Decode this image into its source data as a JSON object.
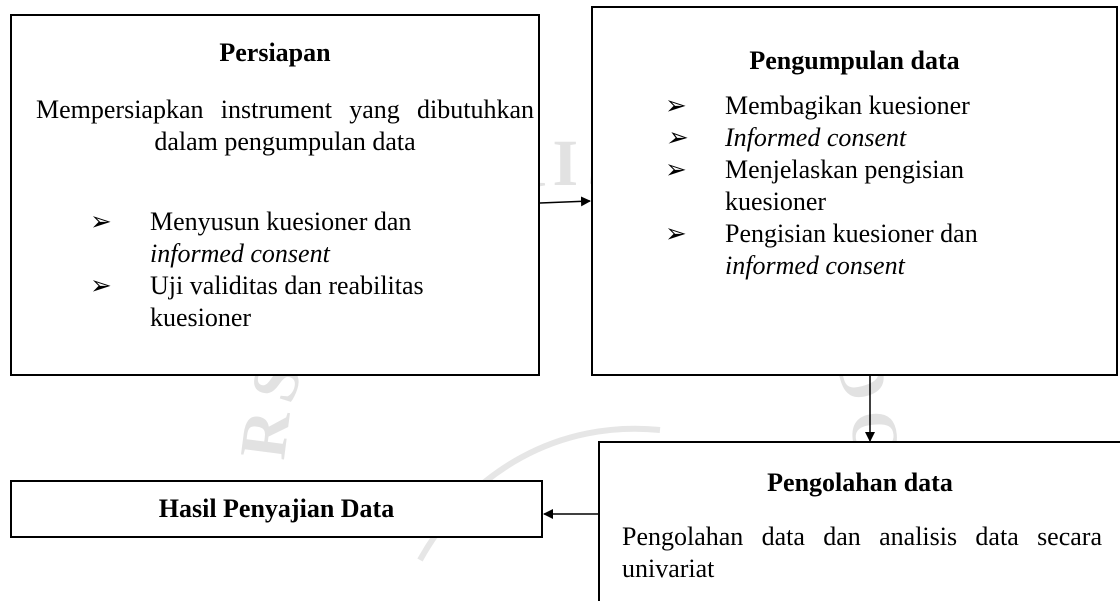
{
  "watermark": {
    "text": "UNIVERSITAS KRISTEN INDONESIA"
  },
  "boxes": {
    "persiapan": {
      "title": "Persiapan",
      "description": "Mempersiapkan instrument yang dibutuhkan dalam pengumpulan data",
      "items": [
        {
          "line1": "Menyusun kuesioner dan",
          "line2": "informed consent"
        },
        {
          "line1": "Uji validitas dan reabilitas",
          "line2": "kuesioner"
        }
      ]
    },
    "pengumpulan": {
      "title": "Pengumpulan data",
      "items": [
        {
          "text": "Membagikan kuesioner"
        },
        {
          "text": "Informed consent"
        },
        {
          "line1": "Menjelaskan pengisian",
          "line2": "kuesioner"
        },
        {
          "line1": "Pengisian kuesioner dan",
          "line2": "informed consent"
        }
      ]
    },
    "pengolahan": {
      "title": "Pengolahan data",
      "description": "Pengolahan data dan analisis data secara univariat"
    },
    "hasil": {
      "title": "Hasil Penyajian Data"
    }
  },
  "bullet_glyph": "➢",
  "colors": {
    "border": "#000000",
    "watermark": "#c8c8c8"
  }
}
